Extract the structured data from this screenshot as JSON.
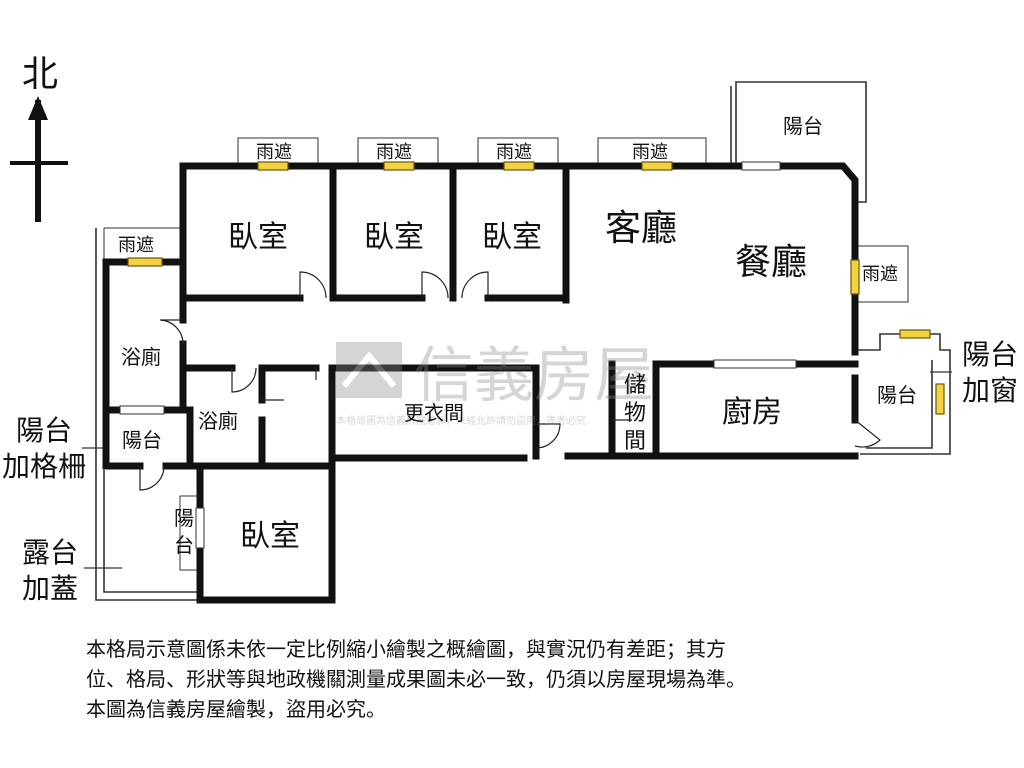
{
  "compass": {
    "north_label": "北"
  },
  "rooms": {
    "bedroom_1": "臥室",
    "bedroom_2": "臥室",
    "bedroom_3": "臥室",
    "bedroom_4": "臥室",
    "living_room": "客廳",
    "dining_room": "餐廳",
    "kitchen": "廚房",
    "bathroom_1": "浴廁",
    "bathroom_2": "浴廁",
    "walk_in_closet": "更衣間",
    "storage": [
      "儲",
      "物",
      "間"
    ],
    "balcony_top": "陽台",
    "balcony_right": "陽台",
    "balcony_left": "陽台",
    "balcony_small": [
      "陽",
      "台"
    ]
  },
  "rain_shelters": [
    "雨遮",
    "雨遮",
    "雨遮",
    "雨遮",
    "雨遮",
    "雨遮"
  ],
  "side_notes": {
    "right_note": [
      "陽台",
      "加窗"
    ],
    "left_note_1": [
      "陽台",
      "加格柵"
    ],
    "left_note_2": [
      "露台",
      "加蓋"
    ]
  },
  "watermark": {
    "brand": "信義房屋",
    "note": "本格局圖為信義房屋繪製，未經允許請勿盜用，違者必究"
  },
  "disclaimer": [
    "本格局示意圖係未依一定比例縮小繪製之概繪圖，與實況仍有差距；其方",
    "位、格局、形狀等與地政機關測量成果圖未必一致，仍須以房屋現場為準。",
    "本圖為信義房屋繪製，盜用必究。"
  ],
  "colors": {
    "wall": "#111111",
    "window": "#f2d240",
    "watermark": "#b8b8b8"
  }
}
